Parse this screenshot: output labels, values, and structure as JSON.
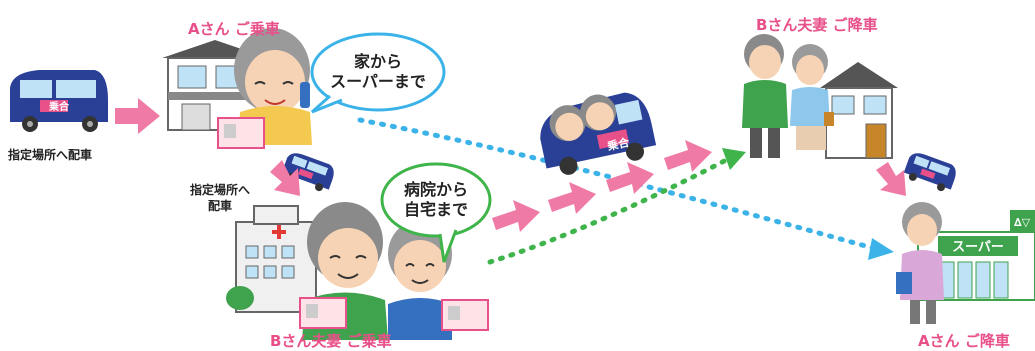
{
  "labels": {
    "a_boarding": "Aさん ご乗車",
    "b_dropoff": "Bさん夫妻 ご降車",
    "b_boarding": "Bさん夫妻 ご乗車",
    "a_dropoff": "Aさん ご降車",
    "dispatch": "指定場所へ配車",
    "dispatch2": "指定場所へ\n配車"
  },
  "bubbles": {
    "a_request": "家から\nスーパーまで",
    "b_request": "病院から\n自宅まで"
  },
  "signs": {
    "van": "乗合",
    "supermarket": "スーパー",
    "store_logo": "∆▽"
  },
  "colors": {
    "arrow_pink": "#f07aa6",
    "dotted_blue": "#3bb3e8",
    "dotted_green": "#3fb44a",
    "van_blue": "#2a3f96",
    "label_pink": "#e8508a"
  }
}
